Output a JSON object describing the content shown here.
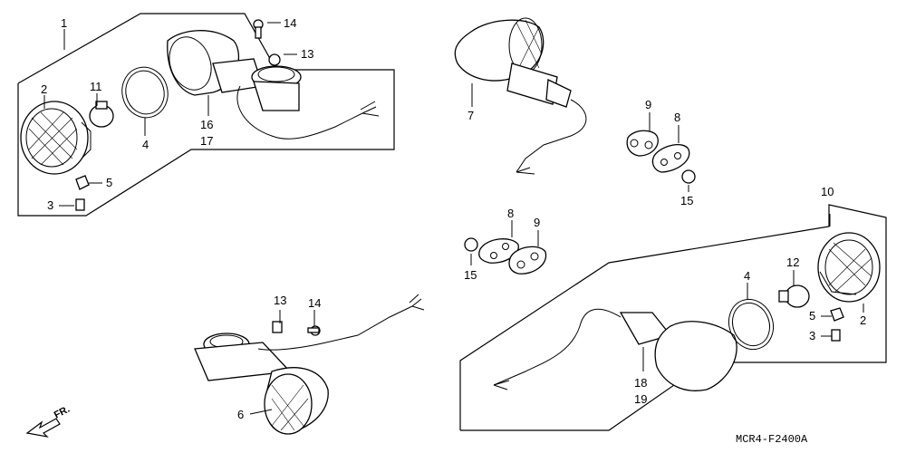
{
  "callouts": {
    "n1": "1",
    "n2a": "2",
    "n11": "11",
    "n4a": "4",
    "n16": "16",
    "n17": "17",
    "n14a": "14",
    "n13a": "13",
    "n5a": "5",
    "n3a": "3",
    "n7": "7",
    "n9a": "9",
    "n8a": "8",
    "n15a": "15",
    "n8b": "8",
    "n9b": "9",
    "n15b": "15",
    "n10": "10",
    "n4b": "4",
    "n12": "12",
    "n5b": "5",
    "n2b": "2",
    "n3b": "3",
    "n13b": "13",
    "n14b": "14",
    "n6": "6",
    "n18": "18",
    "n19": "19"
  },
  "diagram_code": "MCR4-F2400A",
  "direction_label": "FR."
}
